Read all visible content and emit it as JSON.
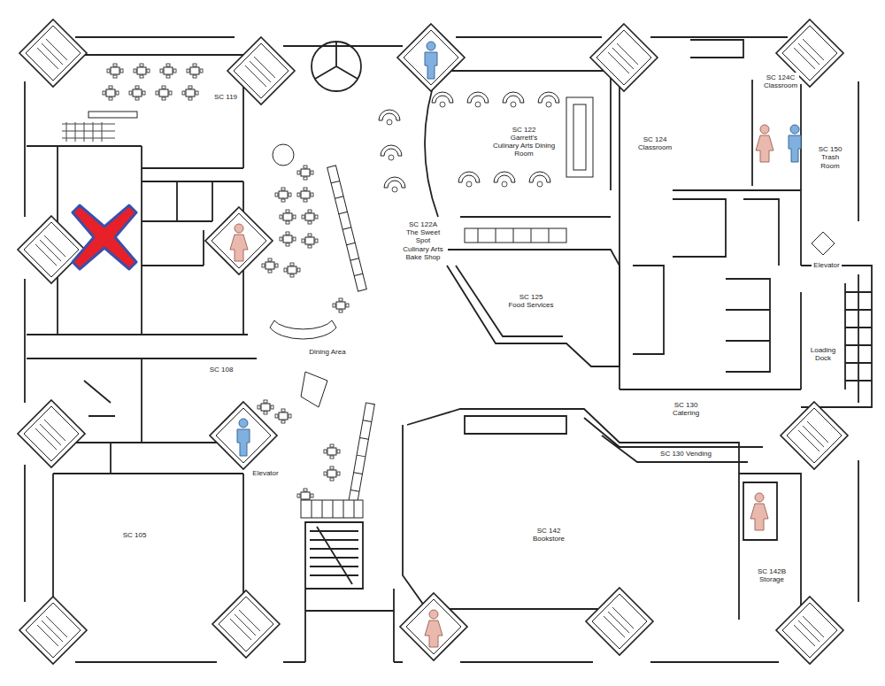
{
  "diagram": {
    "nodes": [
      {
        "text": [
          "SC 119"
        ]
      },
      {
        "text": [
          "SC 122",
          "Garrett's",
          "Culinary Arts Dining Room"
        ]
      },
      {
        "text": [
          "SC 124C",
          "Classroom"
        ]
      },
      {
        "text": [
          "SC 124",
          "Classroom"
        ]
      },
      {
        "text": [
          "SC 150",
          "Trash Room"
        ]
      },
      {
        "text": [
          "SC 122A",
          "The Sweet Spot",
          "Culinary Arts Bake Shop"
        ]
      },
      {
        "text": [
          "Elevator"
        ]
      },
      {
        "text": [
          "SC 125",
          "Food Services"
        ]
      },
      {
        "text": [
          "Loading Dock"
        ]
      },
      {
        "text": [
          "Dining Area"
        ]
      },
      {
        "text": [
          "SC 108"
        ]
      },
      {
        "text": [
          "SC 130",
          "Catering"
        ]
      },
      {
        "text": [
          "SC 130 Vending"
        ]
      },
      {
        "text": [
          "Elevator"
        ]
      },
      {
        "text": [
          "SC 105"
        ]
      },
      {
        "text": [
          "SC 142",
          "Bookstore"
        ]
      },
      {
        "text": [
          "SC 142B",
          "Storage"
        ]
      }
    ]
  }
}
